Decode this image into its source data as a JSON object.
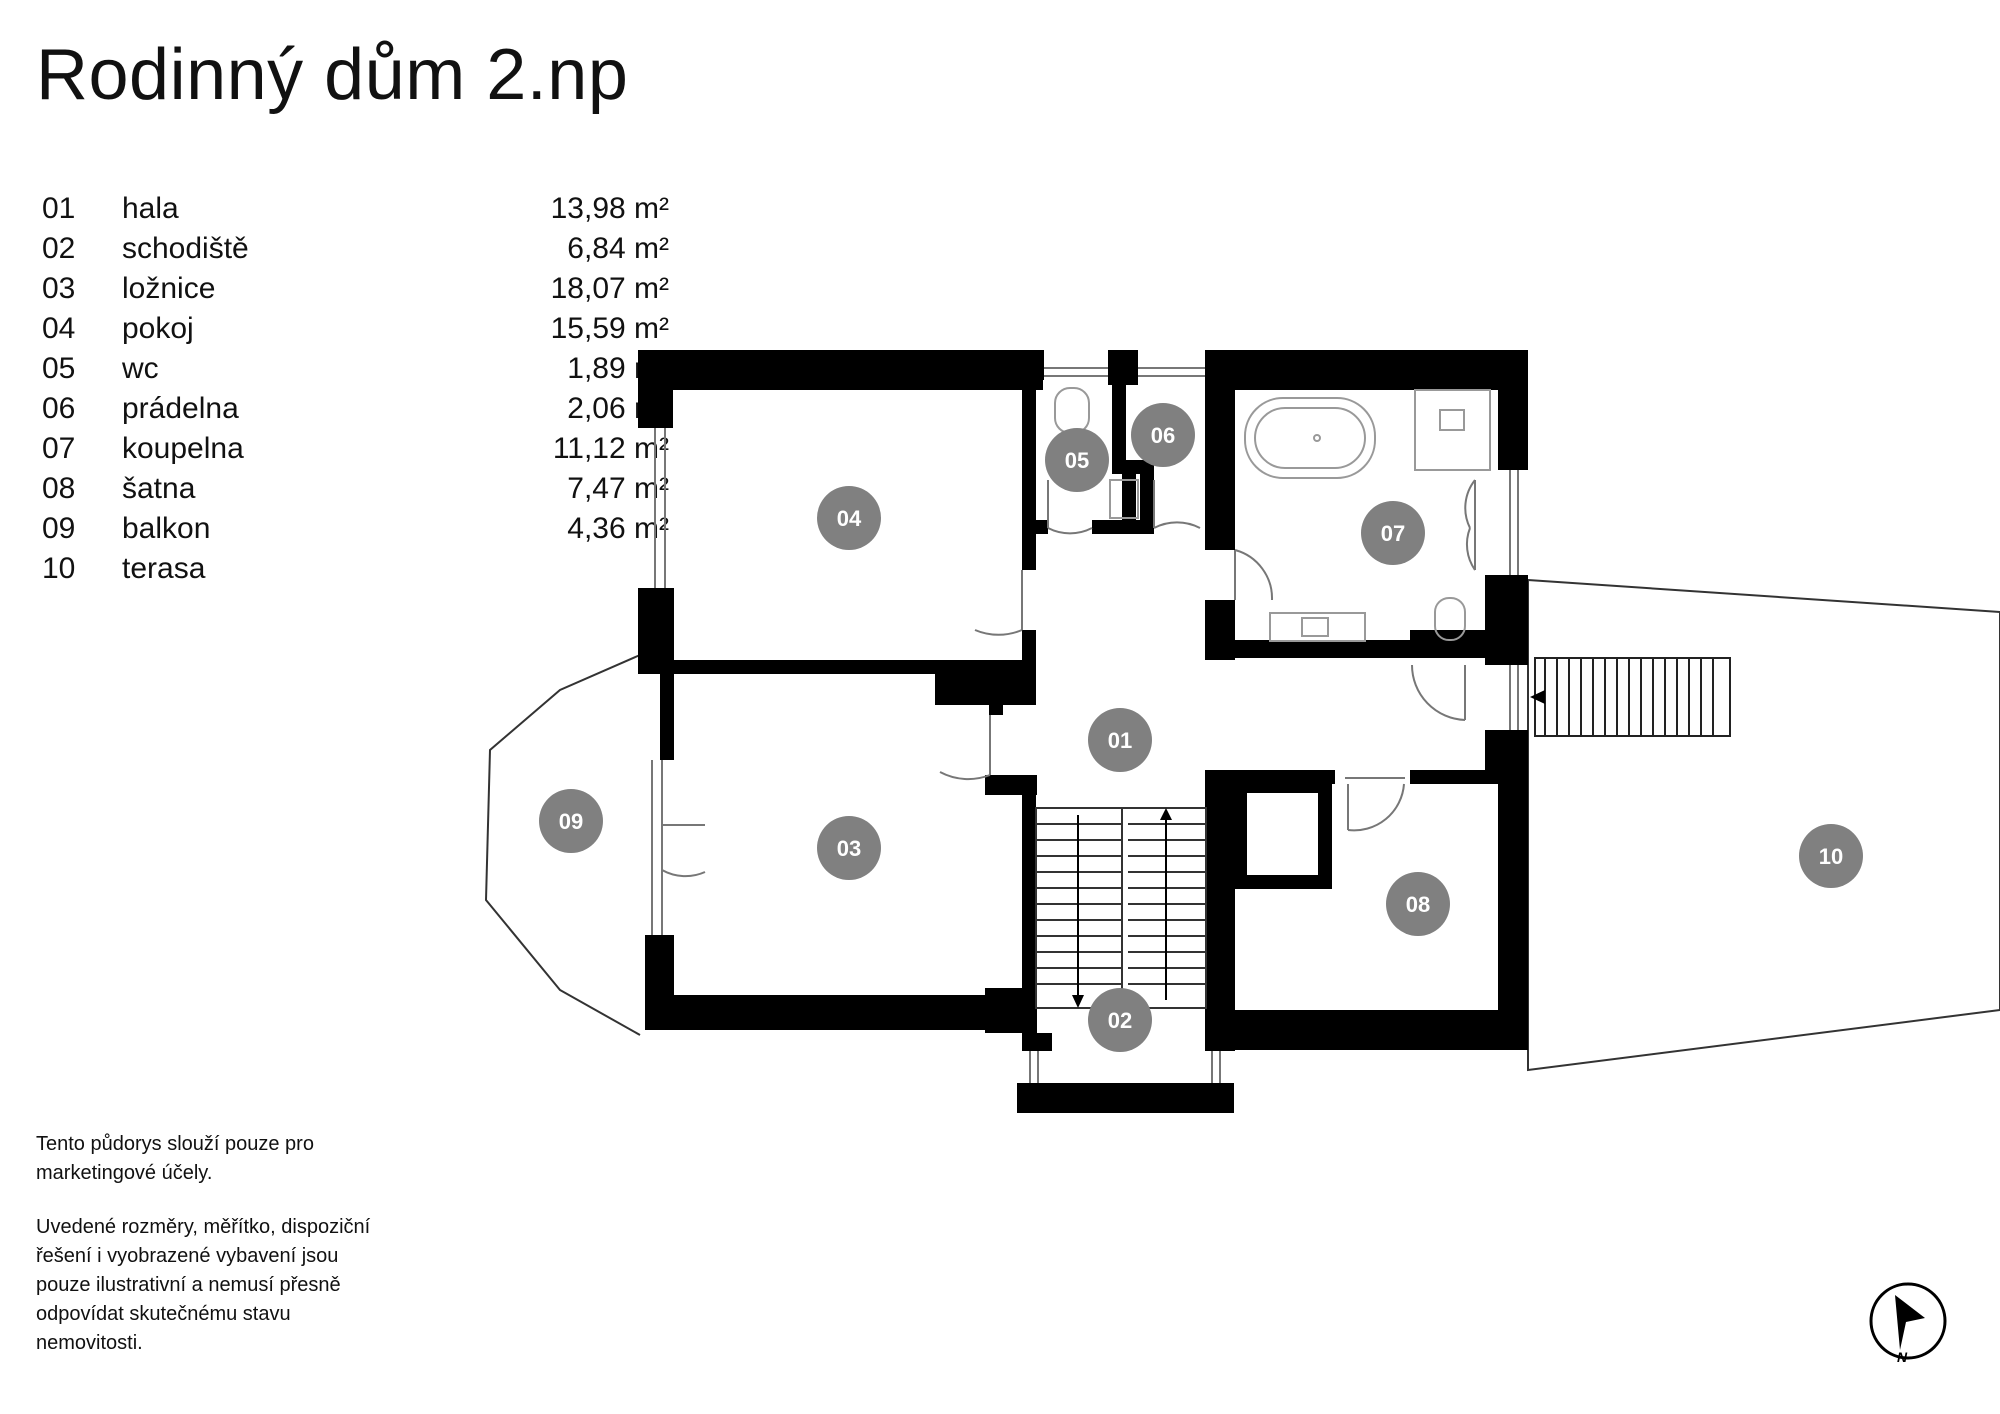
{
  "title": "Rodinný dům 2.np",
  "rooms": [
    {
      "num": "01",
      "name": "hala",
      "area": "13,98 m²"
    },
    {
      "num": "02",
      "name": "schodiště",
      "area": "6,84 m²"
    },
    {
      "num": "03",
      "name": "ložnice",
      "area": "18,07 m²"
    },
    {
      "num": "04",
      "name": "pokoj",
      "area": "15,59 m²"
    },
    {
      "num": "05",
      "name": "wc",
      "area": "1,89 m²"
    },
    {
      "num": "06",
      "name": "prádelna",
      "area": "2,06 m²"
    },
    {
      "num": "07",
      "name": "koupelna",
      "area": "11,12 m²"
    },
    {
      "num": "08",
      "name": "šatna",
      "area": "7,47 m²"
    },
    {
      "num": "09",
      "name": "balkon",
      "area": "4,36 m²"
    },
    {
      "num": "10",
      "name": "terasa",
      "area": ""
    }
  ],
  "disclaimer": {
    "p1": "Tento půdorys slouží pouze pro marketingové účely.",
    "p2": "Uvedené rozměry, měřítko, dispoziční řešení i vyobrazené vybavení jsou pouze ilustrativní a nemusí přesně odpovídat skutečnému stavu nemovitosti."
  },
  "compass_label": "N",
  "colors": {
    "wall": "#000000",
    "badge": "#808080",
    "badge_text": "#ffffff",
    "fixture": "#999999"
  }
}
